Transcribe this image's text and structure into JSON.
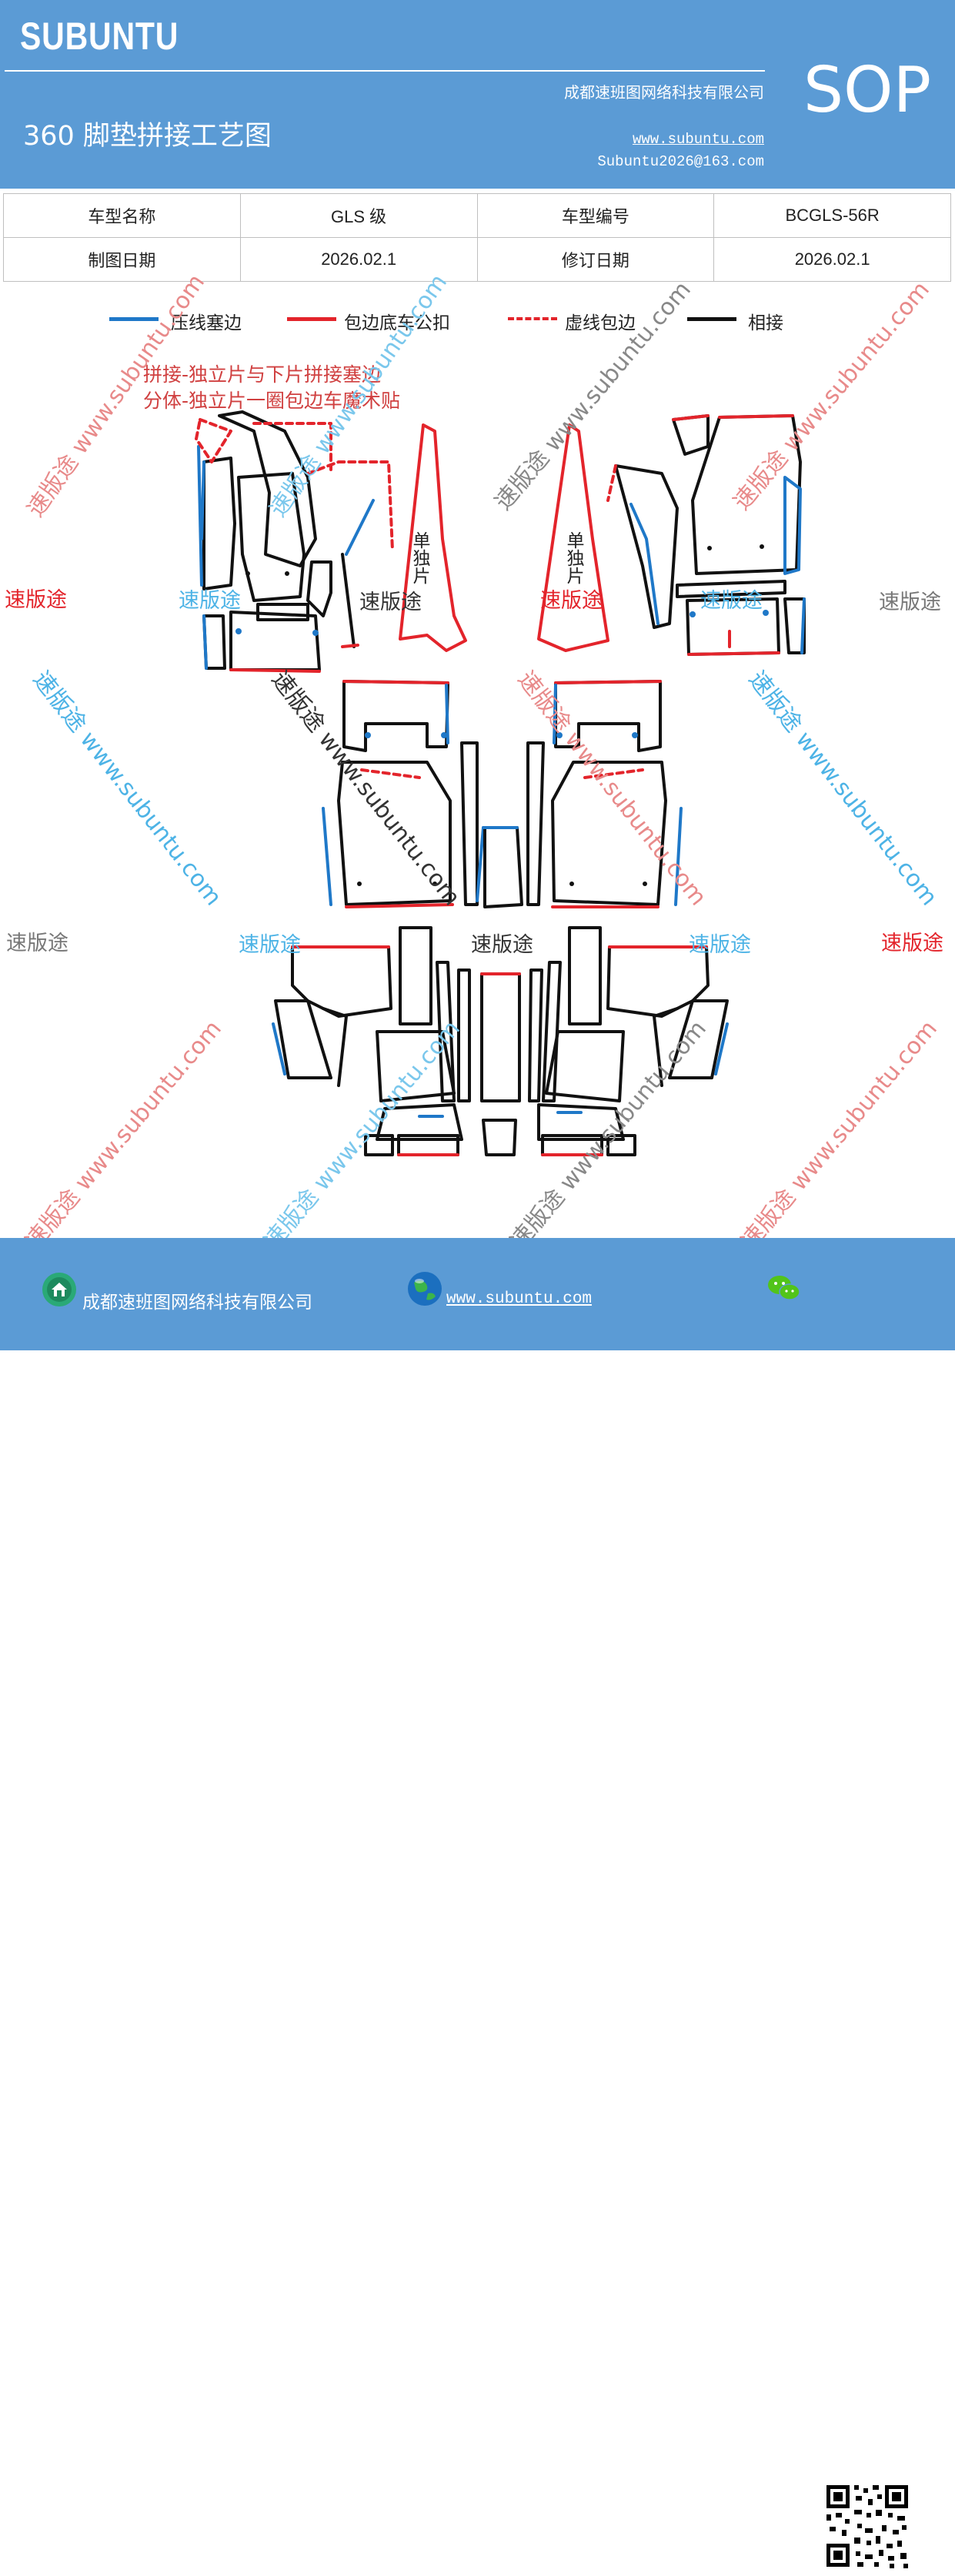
{
  "header": {
    "brand": "SUBUNTU",
    "badge": "SOP",
    "title": "360 脚垫拼接工艺图",
    "company": "成都速班图网络科技有限公司",
    "website": "www.subuntu.com",
    "email": "Subuntu2026@163.com"
  },
  "info": {
    "row1": [
      "车型名称",
      "GLS 级",
      "车型编号",
      "BCGLS-56R"
    ],
    "row2": [
      "制图日期",
      "2026.02.1",
      "修订日期",
      "2026.02.1"
    ]
  },
  "legend": [
    {
      "label": "压线塞边",
      "color": "#1f78c8",
      "style": "solid"
    },
    {
      "label": "包边底车公扣",
      "color": "#e3242b",
      "style": "solid"
    },
    {
      "label": "虚线包边",
      "color": "#e3242b",
      "style": "dashed"
    },
    {
      "label": "相接",
      "color": "#111111",
      "style": "solid"
    }
  ],
  "notes": [
    "拼接-独立片与下片拼接塞边",
    "分体-独立片一圈包边车魔术贴"
  ],
  "diagram": {
    "single_piece_label": "单独片"
  },
  "watermarks": {
    "brand": "速版途",
    "url": "www.subuntu.com",
    "diagonal": "速版途 www.subuntu.com",
    "diagonal_down": "速版途 www.subuntu.com"
  },
  "footer": {
    "company": "成都速班图网络科技有限公司",
    "website": "www.subuntu.com"
  },
  "colors": {
    "header_bg": "#5b9bd5",
    "blue": "#1f78c8",
    "red": "#e3242b",
    "black": "#111111"
  }
}
